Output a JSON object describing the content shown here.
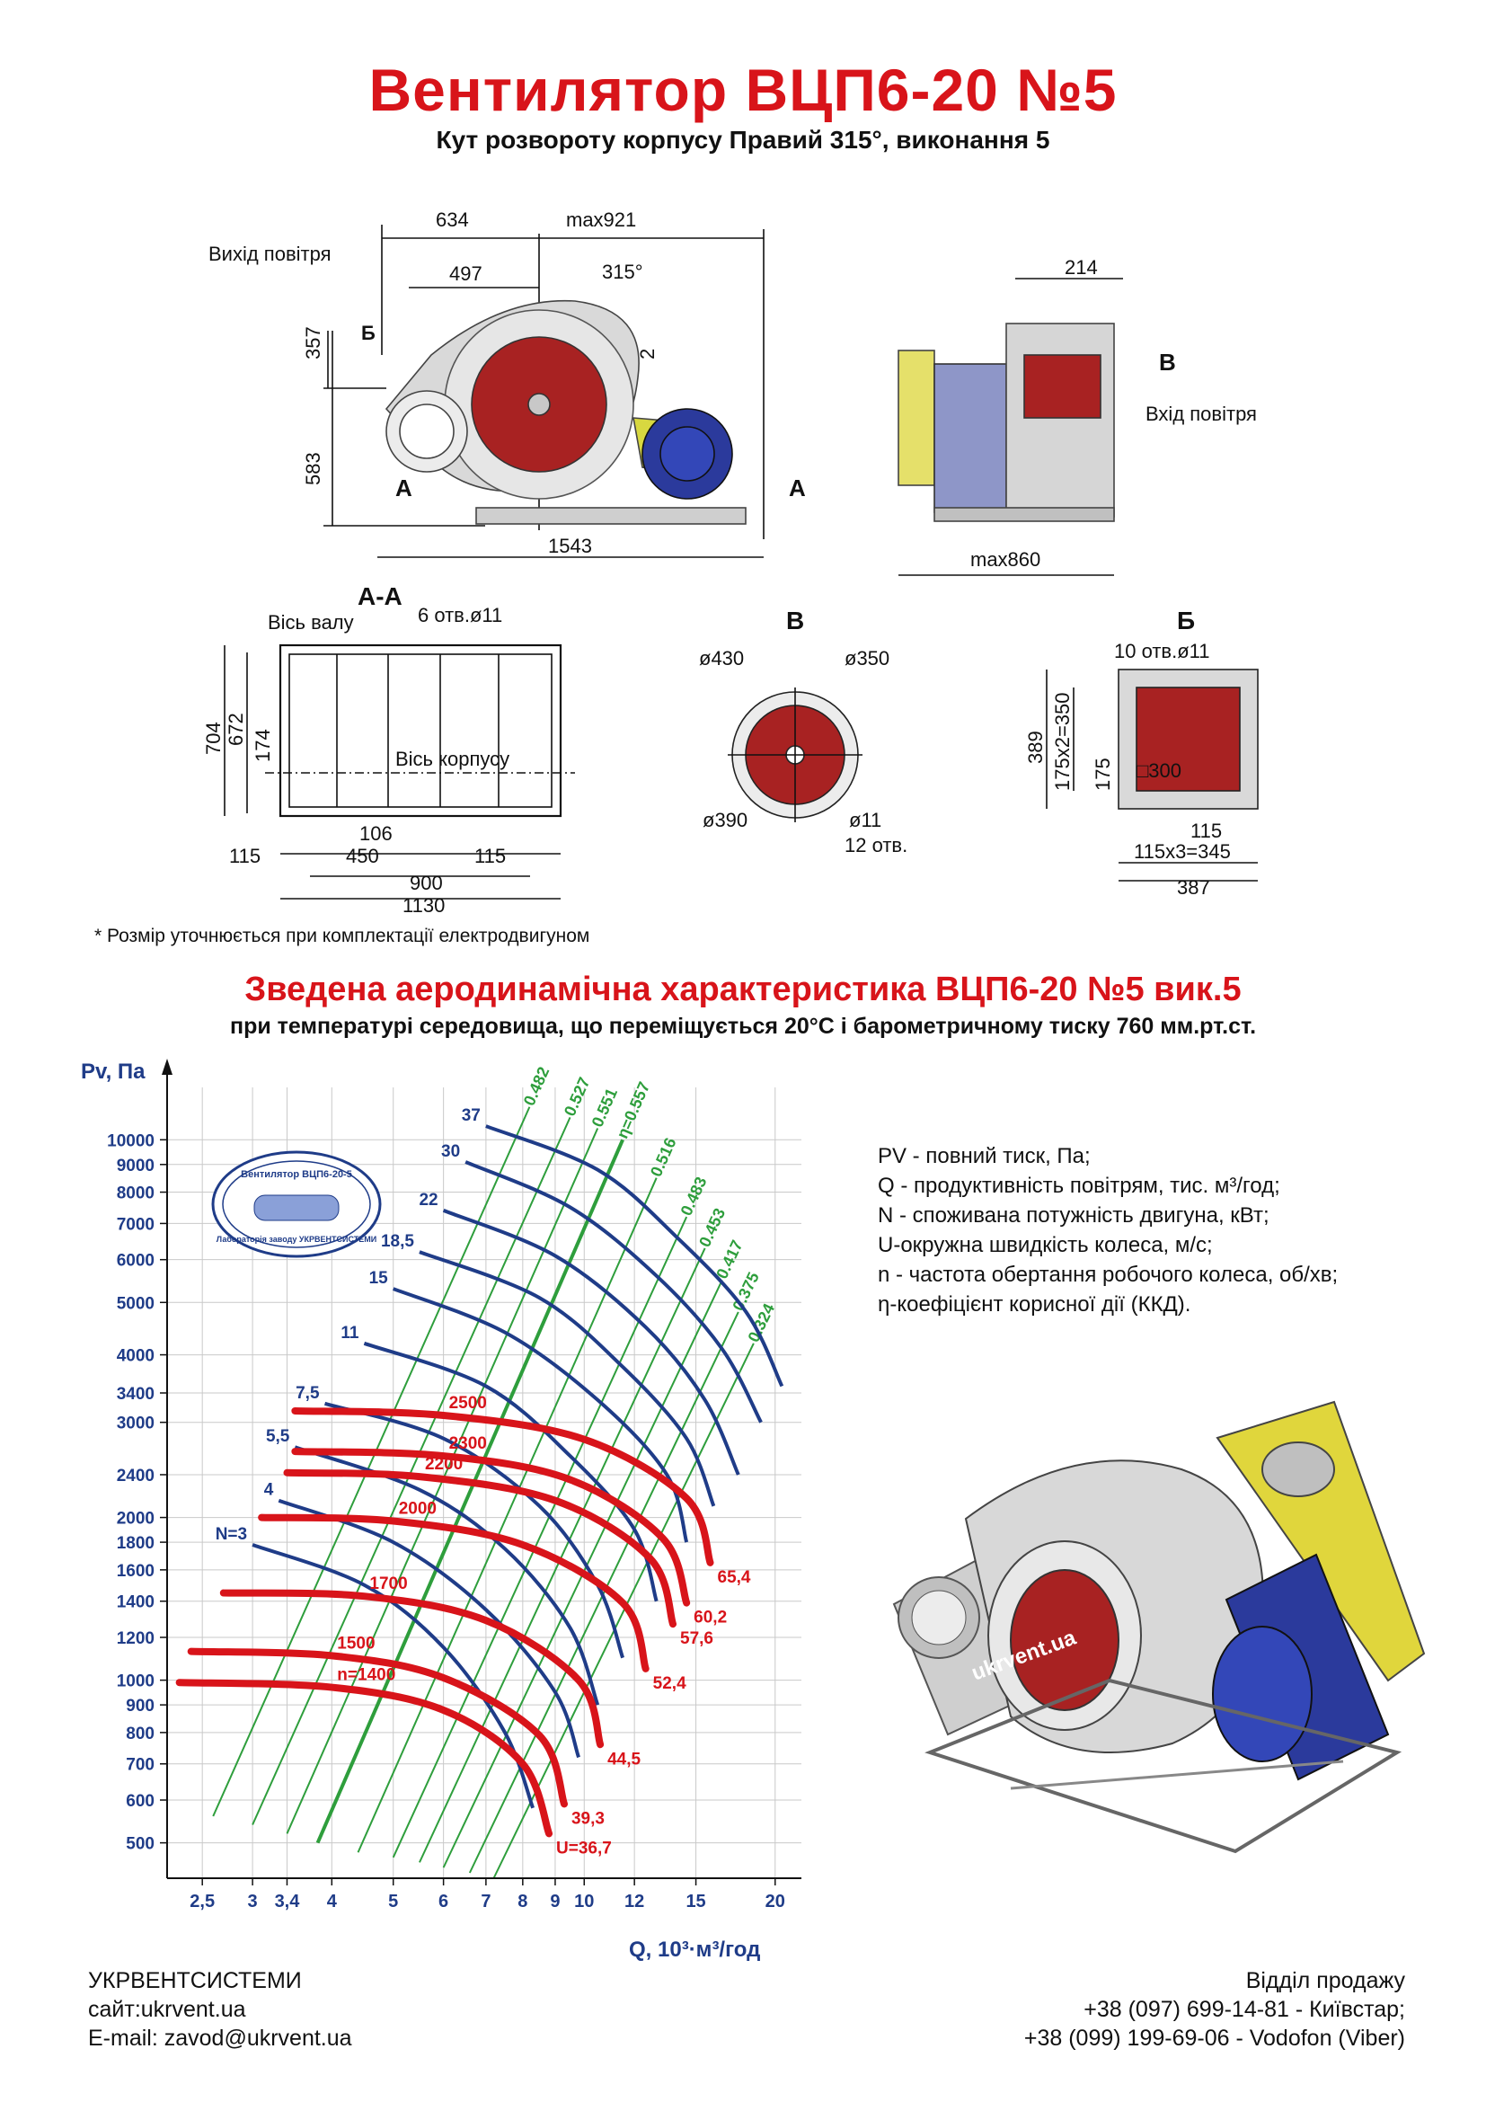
{
  "title": "Вентилятор  ВЦП6-20 №5",
  "subtitle": "Кут розвороту корпусу Правий 315°, виконання 5",
  "drawings": {
    "front": {
      "dims": [
        "634",
        "max921",
        "497",
        "315°",
        "214",
        "357",
        "583",
        "1543",
        "2",
        "max860"
      ],
      "labels": {
        "outlet": "Вихід повітря",
        "inlet": "Вхід повітря",
        "b": "Б",
        "a": "А",
        "v": "В"
      }
    },
    "section_aa": {
      "heading": "А-А",
      "labels": {
        "shaft_axis": "Вісь валу",
        "housing_axis": "Вісь корпусу",
        "holes": "6 отв.ø11"
      },
      "dims": [
        "704",
        "672",
        "174",
        "106",
        "450",
        "115",
        "115",
        "900",
        "1130"
      ]
    },
    "view_v": {
      "heading": "В",
      "dims": [
        "ø430",
        "ø350",
        "ø390",
        "ø11",
        "12 отв."
      ]
    },
    "view_b": {
      "heading": "Б",
      "dims": [
        "10 отв.ø11",
        "389",
        "175x2=350",
        "175",
        "□300",
        "115",
        "115x3=345",
        "387"
      ]
    },
    "footnote": "* Розмір уточнюється при комплектації електродвигуном"
  },
  "chart_section": {
    "title": "Зведена аеродинамічна характеристика ВЦП6-20 №5 вик.5",
    "subtitle": "при температурі середовища, що переміщується 20°С і барометричному тиску 760 мм.рт.ст."
  },
  "legend": [
    "PV - повний тиск, Па;",
    "Q - продуктивність повітрям, тис. м³/год;",
    "N - споживана потужність двигуна, кВт;",
    "U-окружна швидкість колеса, м/с;",
    "n - частота обертання робочого колеса, об/хв;",
    "η-коефіцієнт корисної дії (ККД)."
  ],
  "stamp_text": [
    "Вентилятор ВЦП6-20-5",
    "Лабораторія заводу УКРВЕНТСИСТЕМИ"
  ],
  "watermark": "ukrvent.ua",
  "chart_data": {
    "type": "line",
    "xlabel": "Q, 10³·м³/год",
    "ylabel": "Pv, Па",
    "xscale": "log",
    "yscale": "log",
    "x_ticks": [
      "2,5",
      "3",
      "3,4",
      "4",
      "5",
      "6",
      "7",
      "8",
      "9",
      "10",
      "12",
      "15",
      "20"
    ],
    "y_ticks": [
      "500",
      "600",
      "700",
      "800",
      "900",
      "1000",
      "1200",
      "1400",
      "1600",
      "1800",
      "2000",
      "2400",
      "3000",
      "3400",
      "4000",
      "5000",
      "6000",
      "7000",
      "8000",
      "9000",
      "10000"
    ],
    "speed_curves": [
      {
        "label": "n=1400",
        "u_label": "U=36,7",
        "x": [
          2.3,
          4.0,
          6.0,
          8.0,
          8.8
        ],
        "y": [
          990,
          970,
          880,
          700,
          520
        ]
      },
      {
        "label": "1500",
        "u_label": "39,3",
        "x": [
          2.4,
          4.0,
          6.0,
          8.5,
          9.3
        ],
        "y": [
          1130,
          1110,
          1010,
          790,
          590
        ]
      },
      {
        "label": "1700",
        "u_label": "44,5",
        "x": [
          2.7,
          4.5,
          7.0,
          9.8,
          10.6
        ],
        "y": [
          1450,
          1430,
          1290,
          1000,
          760
        ]
      },
      {
        "label": "2000",
        "u_label": "52,4",
        "x": [
          3.1,
          5.0,
          8.0,
          11.5,
          12.5
        ],
        "y": [
          2000,
          1970,
          1780,
          1390,
          1050
        ]
      },
      {
        "label": "2200",
        "u_label": "57,6",
        "x": [
          3.4,
          5.5,
          9.0,
          12.7,
          13.8
        ],
        "y": [
          2420,
          2380,
          2150,
          1680,
          1270
        ]
      },
      {
        "label": "2300",
        "u_label": "60,2",
        "x": [
          3.5,
          6.0,
          9.5,
          13.3,
          14.5
        ],
        "y": [
          2650,
          2600,
          2350,
          1830,
          1390
        ]
      },
      {
        "label": "2500",
        "u_label": "65,4",
        "x": [
          3.5,
          6.0,
          10.0,
          14.5,
          15.8
        ],
        "y": [
          3150,
          3090,
          2790,
          2170,
          1650
        ]
      }
    ],
    "power_curves": [
      {
        "label": "N=3",
        "x": [
          3.0,
          4.5,
          6.0,
          7.5,
          8.3
        ],
        "y": [
          1780,
          1500,
          1150,
          800,
          580
        ]
      },
      {
        "label": "4",
        "x": [
          3.3,
          5.0,
          7.0,
          9.0,
          9.8
        ],
        "y": [
          2150,
          1800,
          1350,
          950,
          720
        ]
      },
      {
        "label": "5,5",
        "x": [
          3.5,
          5.5,
          7.5,
          9.5,
          10.5
        ],
        "y": [
          2700,
          2250,
          1750,
          1250,
          900
        ]
      },
      {
        "label": "7,5",
        "x": [
          3.9,
          6.0,
          8.5,
          10.5,
          11.5
        ],
        "y": [
          3250,
          2800,
          2100,
          1500,
          1100
        ]
      },
      {
        "label": "11",
        "x": [
          4.5,
          7.0,
          9.5,
          12.0,
          13.0
        ],
        "y": [
          4200,
          3500,
          2600,
          1900,
          1400
        ]
      },
      {
        "label": "15",
        "x": [
          5.0,
          7.5,
          10.5,
          13.5,
          14.5
        ],
        "y": [
          5300,
          4400,
          3300,
          2400,
          1800
        ]
      },
      {
        "label": "18,5",
        "x": [
          5.5,
          8.5,
          11.5,
          14.5,
          16.0
        ],
        "y": [
          6200,
          5100,
          3800,
          2800,
          2100
        ]
      },
      {
        "label": "22",
        "x": [
          6.0,
          9.0,
          12.5,
          15.5,
          17.5
        ],
        "y": [
          7400,
          6100,
          4500,
          3300,
          2400
        ]
      },
      {
        "label": "30",
        "x": [
          6.5,
          9.5,
          13.0,
          16.5,
          19.0
        ],
        "y": [
          9100,
          7500,
          5600,
          4100,
          3000
        ]
      },
      {
        "label": "37",
        "x": [
          7.0,
          10.5,
          14.0,
          18.0,
          20.5
        ],
        "y": [
          10600,
          8800,
          6600,
          4800,
          3500
        ]
      }
    ],
    "efficiency_lines": [
      {
        "label": "0.482",
        "x0": 2.6,
        "y0": 560,
        "x1": 8.2,
        "y1": 11500
      },
      {
        "label": "0.527",
        "x0": 3.0,
        "y0": 540,
        "x1": 9.5,
        "y1": 11000
      },
      {
        "label": "0.551",
        "x0": 3.4,
        "y0": 520,
        "x1": 10.5,
        "y1": 10500
      },
      {
        "label": "η=0.557",
        "x0": 3.8,
        "y0": 500,
        "x1": 11.5,
        "y1": 10000
      },
      {
        "label": "0.516",
        "x0": 4.4,
        "y0": 480,
        "x1": 13.0,
        "y1": 8500
      },
      {
        "label": "0.483",
        "x0": 5.0,
        "y0": 470,
        "x1": 14.5,
        "y1": 7200
      },
      {
        "label": "0.453",
        "x0": 5.5,
        "y0": 460,
        "x1": 15.5,
        "y1": 6300
      },
      {
        "label": "0.417",
        "x0": 6.0,
        "y0": 450,
        "x1": 16.5,
        "y1": 5500
      },
      {
        "label": "0.375",
        "x0": 6.6,
        "y0": 440,
        "x1": 17.5,
        "y1": 4800
      },
      {
        "label": "0.324",
        "x0": 7.2,
        "y0": 430,
        "x1": 18.5,
        "y1": 4200
      }
    ],
    "colors": {
      "speed": "#d8141a",
      "power": "#1f3c88",
      "efficiency": "#2e9e3c",
      "axis_text": "#1f3c88"
    }
  },
  "footer": {
    "company": "УКРВЕНТСИСТЕМИ",
    "site": "сайт:ukrvent.ua",
    "email": "E-mail: zavod@ukrvent.ua",
    "sales_title": "Відділ продажу",
    "phone1": "+38 (097) 699-14-81 - Київстар;",
    "phone2": "+38 (099) 199-69-06 - Vodofon (Viber)"
  }
}
